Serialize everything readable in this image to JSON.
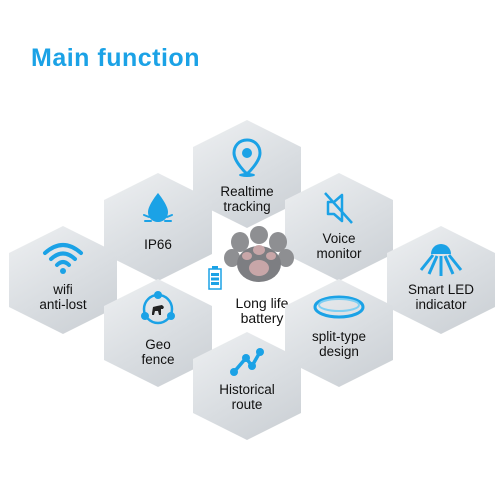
{
  "header": {
    "title": "Main function"
  },
  "colors": {
    "accent": "#1ba2e6",
    "tile": "#dde1e5",
    "text": "#111111"
  },
  "features": [
    {
      "id": "realtime-tracking",
      "line1": "Realtime",
      "line2": "tracking",
      "icon": "location-pin-icon"
    },
    {
      "id": "ip66",
      "line1": "IP66",
      "line2": "",
      "icon": "water-drop-icon"
    },
    {
      "id": "voice-monitor",
      "line1": "Voice",
      "line2": "monitor",
      "icon": "speaker-muted-icon"
    },
    {
      "id": "wifi-anti-lost",
      "line1": "wifi",
      "line2": "anti-lost",
      "icon": "wifi-icon"
    },
    {
      "id": "long-life-battery",
      "line1": "Long life",
      "line2": "battery",
      "icon": "battery-icon"
    },
    {
      "id": "smart-led",
      "line1": "Smart LED",
      "line2": "indicator",
      "icon": "led-light-icon"
    },
    {
      "id": "geo-fence",
      "line1": "Geo",
      "line2": "fence",
      "icon": "geofence-icon"
    },
    {
      "id": "split-type",
      "line1": "split-type",
      "line2": "design",
      "icon": "ring-icon"
    },
    {
      "id": "historical-route",
      "line1": "Historical",
      "line2": "route",
      "icon": "route-icon"
    }
  ]
}
